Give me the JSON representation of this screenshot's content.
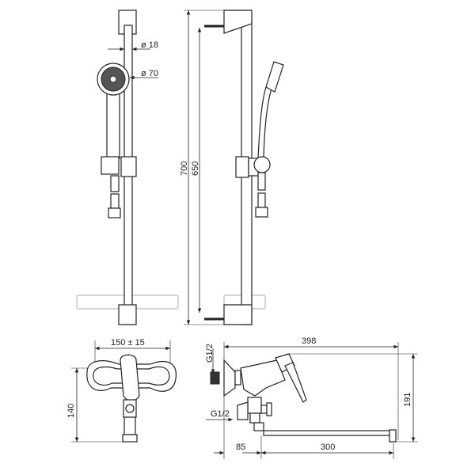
{
  "title": "Shower set and bath mixer dimension drawing",
  "front_view": {
    "rail_diameter": "ø 18",
    "head_diameter": "ø 70"
  },
  "side_view": {
    "total_height": "700",
    "mount_spacing": "650"
  },
  "mixer_front": {
    "connection_spacing": "150 ± 15",
    "height": "140"
  },
  "mixer_side": {
    "inlet_thread": "G1/2",
    "outlet_thread": "G1/2",
    "total_length": "398",
    "total_height": "191",
    "wall_to_spout": "85",
    "spout_length": "300"
  }
}
